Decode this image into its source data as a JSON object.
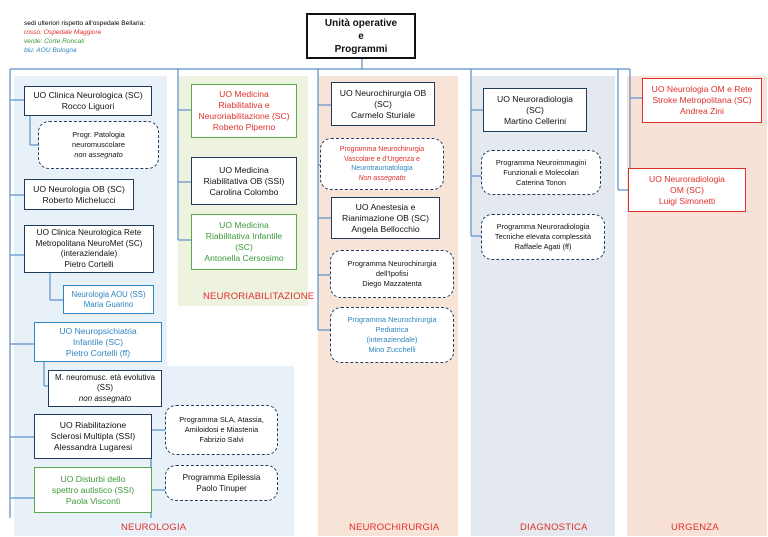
{
  "legend": {
    "title": "sedi ulteriori rispetto all'ospedale Bellaria:",
    "red": "rosso: Ospedale Maggiore",
    "green": "verde: Corte Roncati",
    "blue": "blu: AOU Bologna"
  },
  "root": [
    "Unità operative",
    "e",
    "Programmi"
  ],
  "areas": {
    "neurologia": "NEUROLOGIA",
    "neuroriabilitazione": "NEURORIABILITAZIONE",
    "neurochirurgia": "NEUROCHIRURGIA",
    "diagnostica": "DIAGNOSTICA",
    "urgenza": "URGENZA"
  },
  "neurologia": {
    "clinica": [
      "UO Clinica Neurologica (SC)",
      "Rocco Liguori"
    ],
    "patologia": [
      "Progr. Patologia",
      "neuromuscolare",
      "non assegnato"
    ],
    "ob": [
      "UO Neurologia OB (SC)",
      "Roberto Michelucci"
    ],
    "neuromet": [
      "UO Clinica Neurologica Rete",
      "Metropolitana NeuroMet (SC)",
      "(interaziendale)",
      "Pietro Cortelli"
    ],
    "aou": [
      "Neurologia AOU (SS)",
      "Maria Guarino"
    ],
    "npi": [
      "UO Neuropsichiatria",
      "Infantile (SC)",
      "Pietro Cortelli (ff)"
    ],
    "neuromusc": [
      "M. neuromusc. età evolutiva",
      "(SS)",
      "non assegnato"
    ],
    "sclerosi": [
      "UO Riabilitazione",
      "Sclerosi Multipla (SSI)",
      "Alessandra Lugaresi"
    ],
    "autismo": [
      "UO Disturbi dello",
      "spettro autistico (SSI)",
      "Paola Visconti"
    ],
    "sla": [
      "Programma SLA, Atassia,",
      "Amiloidosi e Miastenia",
      "Fabrizio Salvi"
    ],
    "epilessia": [
      "Programma Epilessia",
      "Paolo Tinuper"
    ]
  },
  "neuroriab": {
    "mr": [
      "UO Medicina",
      "Riabilitativa e",
      "Neuroriabilitazione (SC)",
      "Roberto Piperno"
    ],
    "mrob": [
      "UO Medicina",
      "Riabilitativa OB (SSI)",
      "Carolina Colombo"
    ],
    "mri": [
      "UO Medicina",
      "Riabilitativa Infantile",
      "(SC)",
      "Antonella Cersosimo"
    ]
  },
  "neurochir": {
    "ob": [
      "UO Neurochirurgia OB",
      "(SC)",
      "Carmelo Sturiale"
    ],
    "vascolare": [
      "Programma Neurochirurgia",
      "Vascolare e d'Urgenza e",
      "Neurotraumatologia",
      "Non assegnato"
    ],
    "anestesia": [
      "UO Anestesia e",
      "Rianimazione OB (SC)",
      "Angela Bellocchio"
    ],
    "ipofisi": [
      "Programma Neurochirurgia",
      "dell'Ipofisi",
      "Diego Mazzatenta"
    ],
    "pediatrica": [
      "Programma Neurochirurgia",
      "Pediatrica",
      "(interaziendale)",
      "Mino Zucchelli"
    ]
  },
  "diagnostica": {
    "neurorad": [
      "UO Neuroradiologia",
      "(SC)",
      "Martino Cellerini"
    ],
    "immagini": [
      "Programma Neuroimmagini",
      "Funzionali e Molecolari",
      "Caterina Tonon"
    ],
    "tecniche": [
      "Programma Neuroradiologia",
      "Tecniche elevata complessità",
      "Raffaele Agati (ff)"
    ]
  },
  "urgenza": {
    "stroke": [
      "UO Neurologia OM e Rete",
      "Stroke Metropolitana (SC)",
      "Andrea Zini"
    ],
    "om": [
      "UO Neuroradiologia",
      "OM (SC)",
      "Luigi Simonetti"
    ]
  },
  "colors": {
    "dark": "#1f3c5c",
    "connector": "#5b8fc9",
    "red": "#e0302a",
    "green": "#3d9a3a",
    "blue": "#2e86c1",
    "panel_neurologia": "#e8f0f8",
    "panel_neuroriab": "#eef3df",
    "panel_neurochir": "#f8e4d7",
    "panel_diagnostica": "#e4e8ef",
    "panel_urgenza": "#f8e1d6"
  }
}
